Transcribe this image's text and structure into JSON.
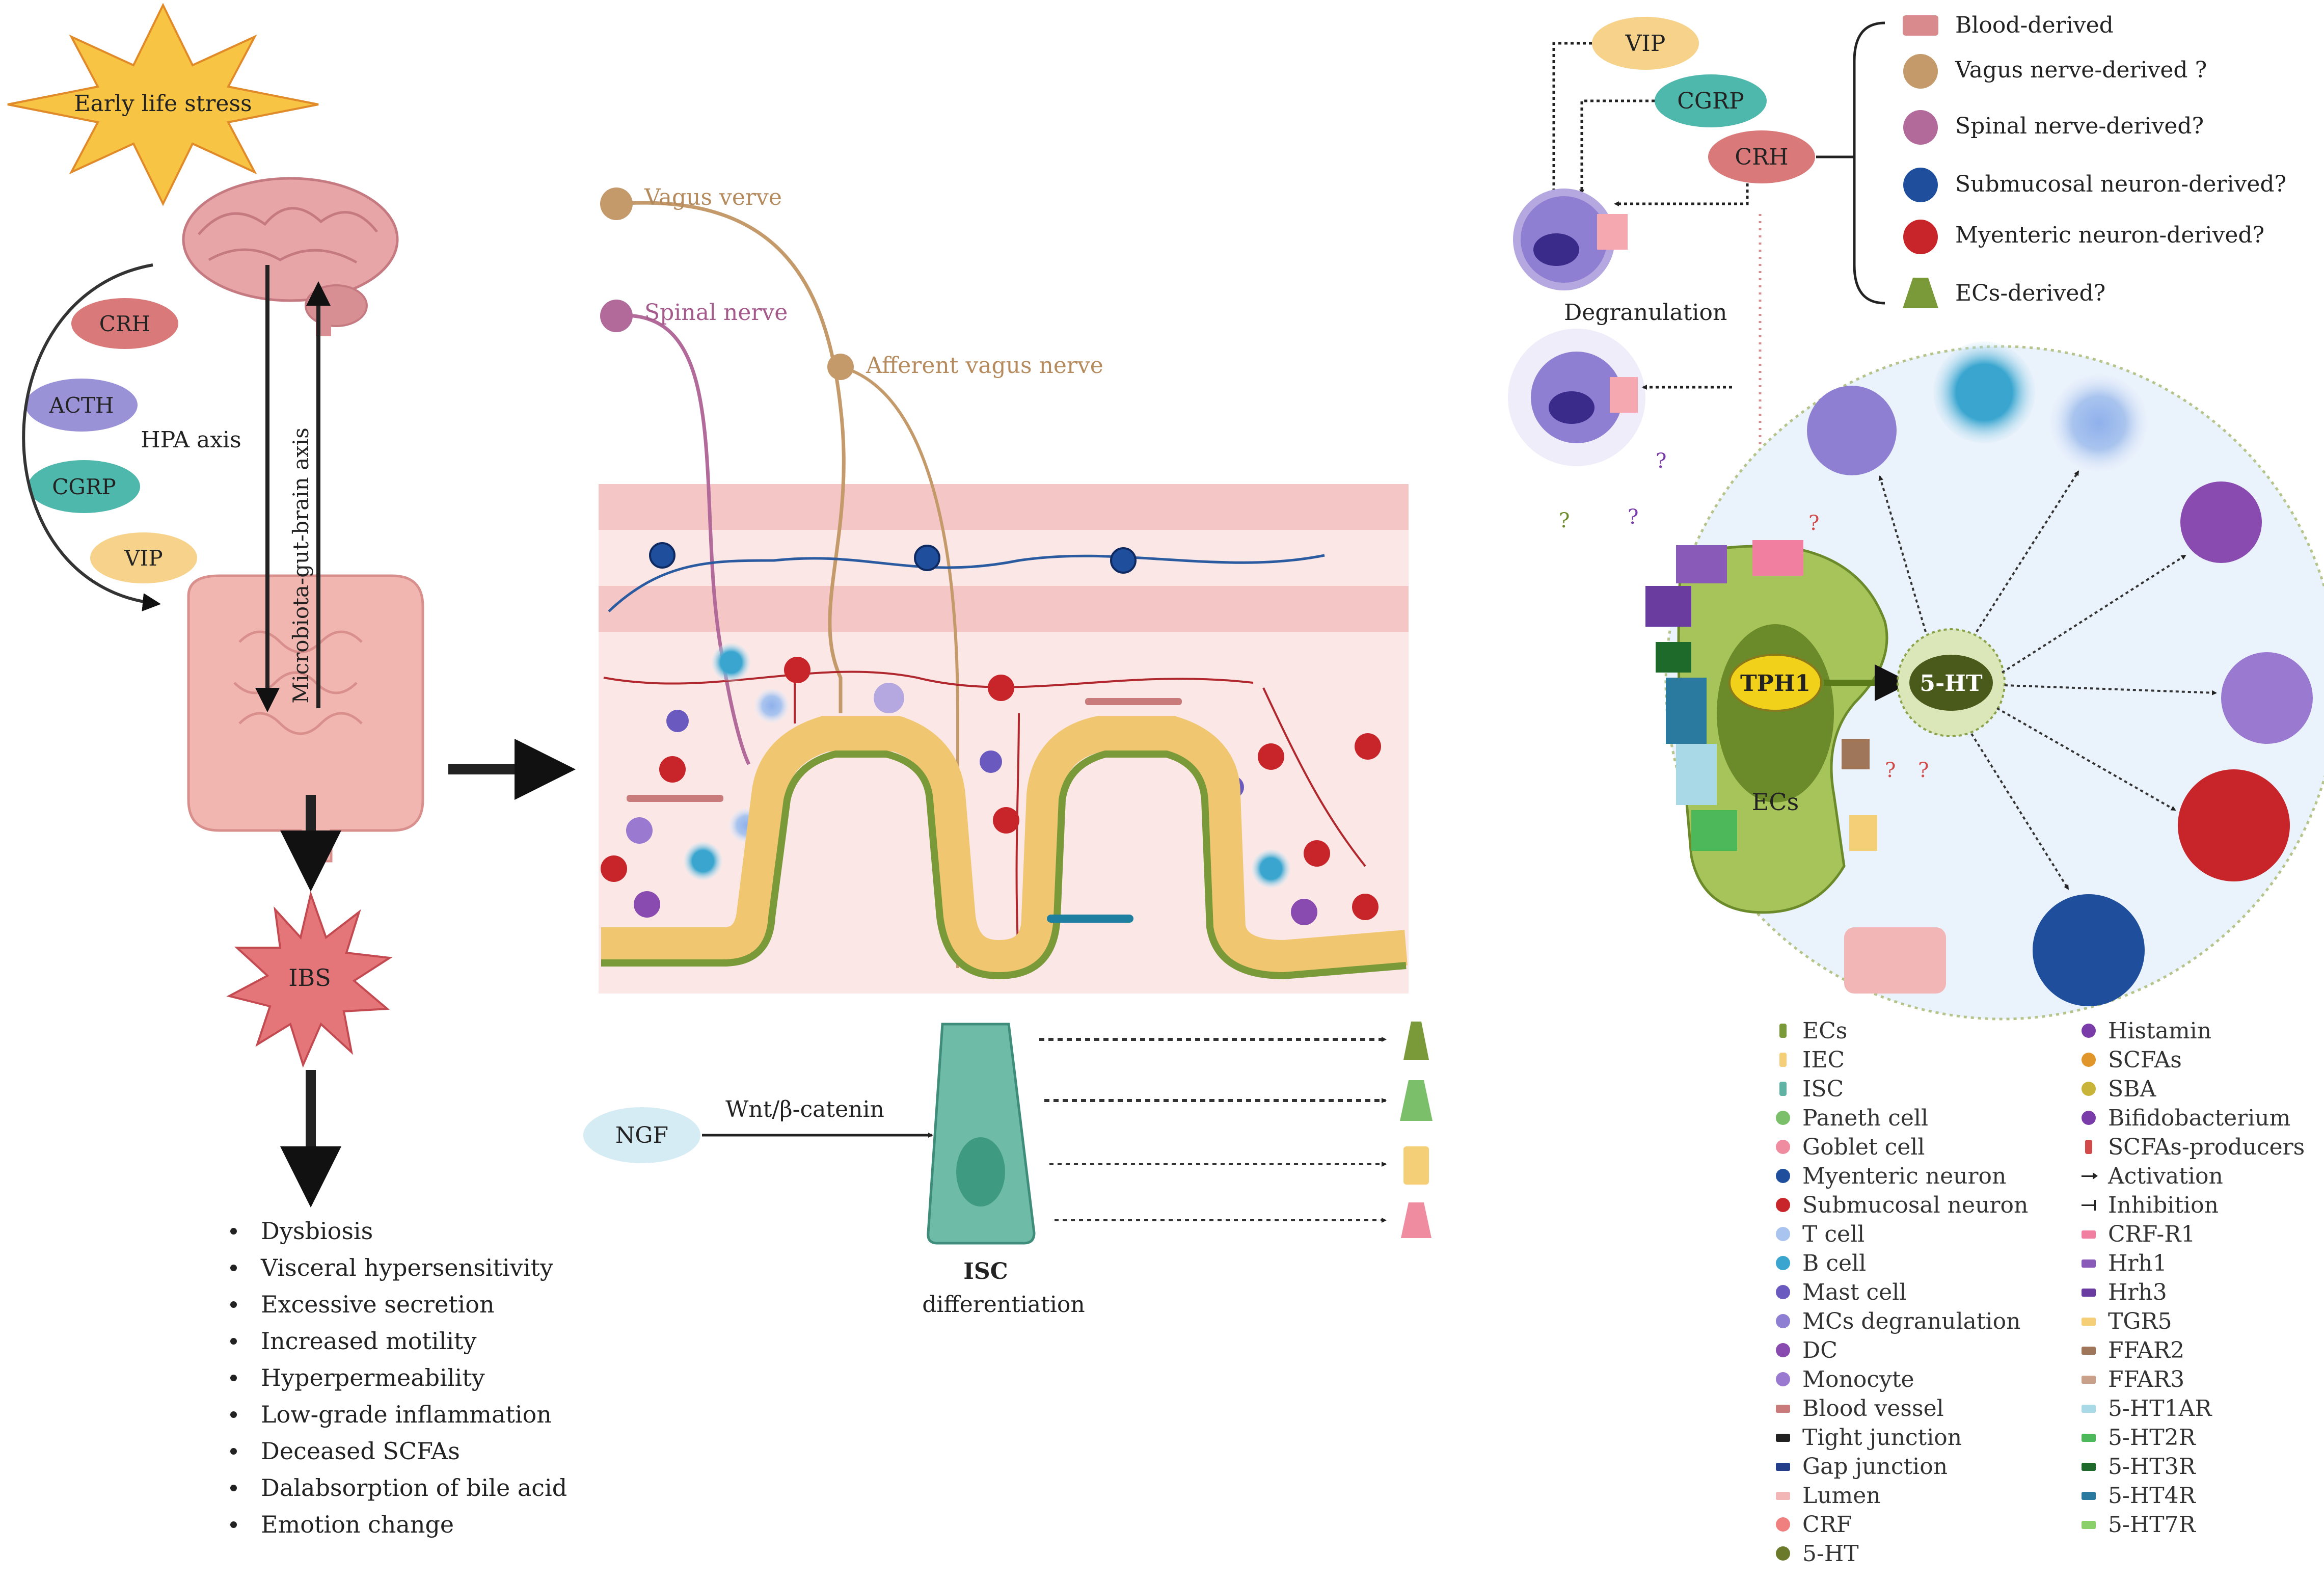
{
  "left_panel": {
    "early_life_stress": "Early life stress",
    "hormones": [
      "CRH",
      "ACTH",
      "CGRP",
      "VIP"
    ],
    "hpa_axis": "HPA axis",
    "axis_label": "Microbiota-gut-brain axis",
    "ibs": "IBS",
    "symptoms": [
      "Dysbiosis",
      "Visceral hypersensitivity",
      "Excessive secretion",
      "Increased motility",
      "Hyperpermeability",
      "Low-grade inflammation",
      "Deceased SCFAs",
      "Dalabsorption of bile acid",
      "Emotion change"
    ]
  },
  "middle_panel": {
    "vagus_verve": "Vagus verve",
    "spinal_nerve": "Spinal nerve",
    "afferent_vagus_nerve": "Afferent vagus nerve",
    "ngf": "NGF",
    "pathway": "Wnt/β-catenin",
    "isc": "ISC",
    "differentiation": "differentiation"
  },
  "right_panel": {
    "sources": [
      "VIP",
      "CGRP",
      "CRH"
    ],
    "crh_origins": [
      "Blood-derived",
      "Vagus nerve-derived ?",
      "Spinal nerve-derived?",
      "Submucosal neuron-derived?",
      "Myenteric neuron-derived?",
      "ECs-derived?"
    ],
    "degranulation": "Degranulation",
    "tph1": "TPH1",
    "serotonin": "5-HT",
    "ecs": "ECs",
    "question": "?"
  },
  "legend_col1": [
    {
      "label": "ECs",
      "color": "#7a9a3a",
      "shape": "vbar"
    },
    {
      "label": "IEC",
      "color": "#f5cf78",
      "shape": "vbar"
    },
    {
      "label": "ISC",
      "color": "#5fb3a4",
      "shape": "vbar"
    },
    {
      "label": "Paneth cell",
      "color": "#7bbf6a",
      "shape": "dot"
    },
    {
      "label": "Goblet cell",
      "color": "#f08ca0",
      "shape": "dot"
    },
    {
      "label": "Myenteric neuron",
      "color": "#1f4f9c",
      "shape": "dot"
    },
    {
      "label": "Submucosal neuron",
      "color": "#c8252b",
      "shape": "dot"
    },
    {
      "label": "T cell",
      "color": "#a9c4ee",
      "shape": "dot"
    },
    {
      "label": "B cell",
      "color": "#3aa6cf",
      "shape": "dot"
    },
    {
      "label": "Mast cell",
      "color": "#6a5ac0",
      "shape": "dot"
    },
    {
      "label": "MCs degranulation",
      "color": "#8e7fd2",
      "shape": "dot"
    },
    {
      "label": "DC",
      "color": "#8a4bb0",
      "shape": "dot"
    },
    {
      "label": "Monocyte",
      "color": "#9a7ad0",
      "shape": "dot"
    },
    {
      "label": "Blood vessel",
      "color": "#c97b7b",
      "shape": "bar"
    },
    {
      "label": "Tight junction",
      "color": "#222222",
      "shape": "bar"
    },
    {
      "label": "Gap junction",
      "color": "#223d8a",
      "shape": "bar"
    },
    {
      "label": "Lumen",
      "color": "#f2b6b6",
      "shape": "bar"
    },
    {
      "label": "CRF",
      "color": "#f07f7f",
      "shape": "dot"
    },
    {
      "label": "5-HT",
      "color": "#6b7a2a",
      "shape": "dot"
    }
  ],
  "legend_col2": [
    {
      "label": "Histamin",
      "color": "#7a3ca8",
      "shape": "dot"
    },
    {
      "label": "SCFAs",
      "color": "#e0962a",
      "shape": "dot"
    },
    {
      "label": "SBA",
      "color": "#c9b43a",
      "shape": "dot"
    },
    {
      "label": "Bifidobacterium",
      "color": "#7a3ca8",
      "shape": "dot"
    },
    {
      "label": "SCFAs-producers",
      "color": "#d24a4a",
      "shape": "vbar"
    },
    {
      "label": "Activation",
      "color": "#222222",
      "shape": "arrow"
    },
    {
      "label": "Inhibition",
      "color": "#222222",
      "shape": "inhib"
    },
    {
      "label": "CRF-R1",
      "color": "#f07fa0",
      "shape": "bar"
    },
    {
      "label": "Hrh1",
      "color": "#8a5ab8",
      "shape": "bar"
    },
    {
      "label": "Hrh3",
      "color": "#6a3ca0",
      "shape": "bar"
    },
    {
      "label": "TGR5",
      "color": "#f5cf78",
      "shape": "bar"
    },
    {
      "label": "FFAR2",
      "color": "#a0765a",
      "shape": "bar"
    },
    {
      "label": "FFAR3",
      "color": "#c9a08a",
      "shape": "bar"
    },
    {
      "label": "5-HT1AR",
      "color": "#a9d8e6",
      "shape": "bar"
    },
    {
      "label": "5-HT2R",
      "color": "#4cb85a",
      "shape": "bar"
    },
    {
      "label": "5-HT3R",
      "color": "#1e6a2a",
      "shape": "bar"
    },
    {
      "label": "5-HT4R",
      "color": "#2a7aa0",
      "shape": "bar"
    },
    {
      "label": "5-HT7R",
      "color": "#8ad06a",
      "shape": "bar"
    }
  ]
}
